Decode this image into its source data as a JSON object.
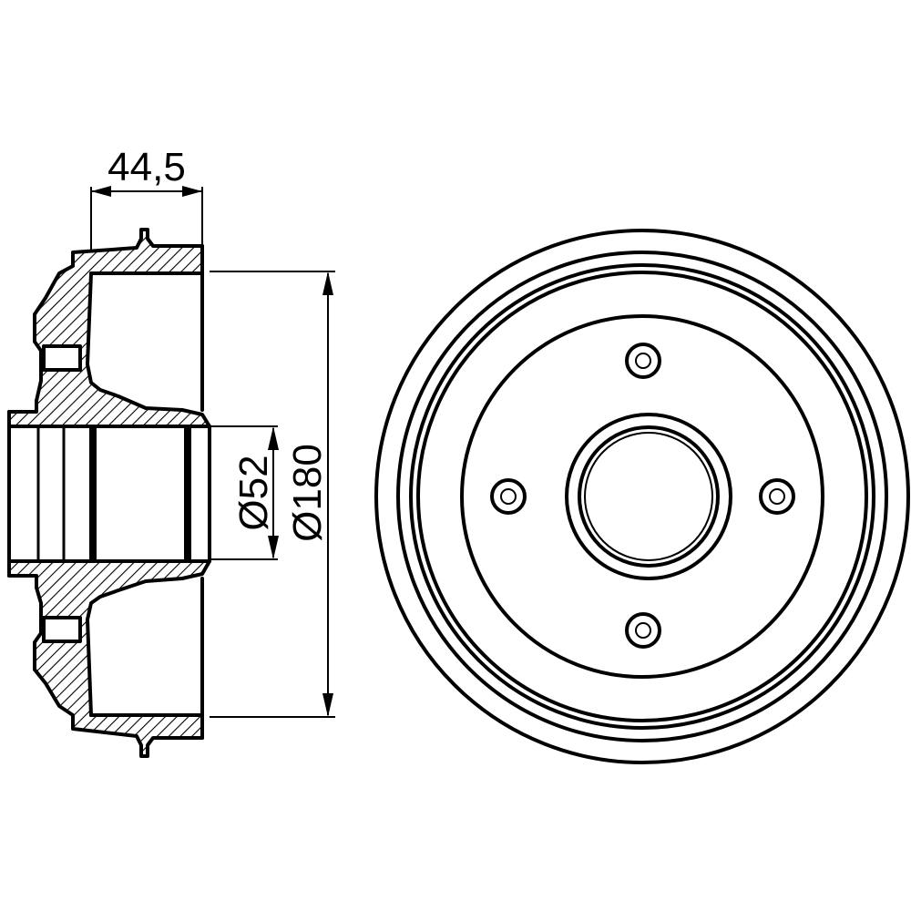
{
  "dimensions": {
    "width_label": "44,5",
    "bore_label": "Ø52",
    "outer_label": "Ø180"
  },
  "colors": {
    "line": "#000000",
    "background": "#ffffff"
  }
}
